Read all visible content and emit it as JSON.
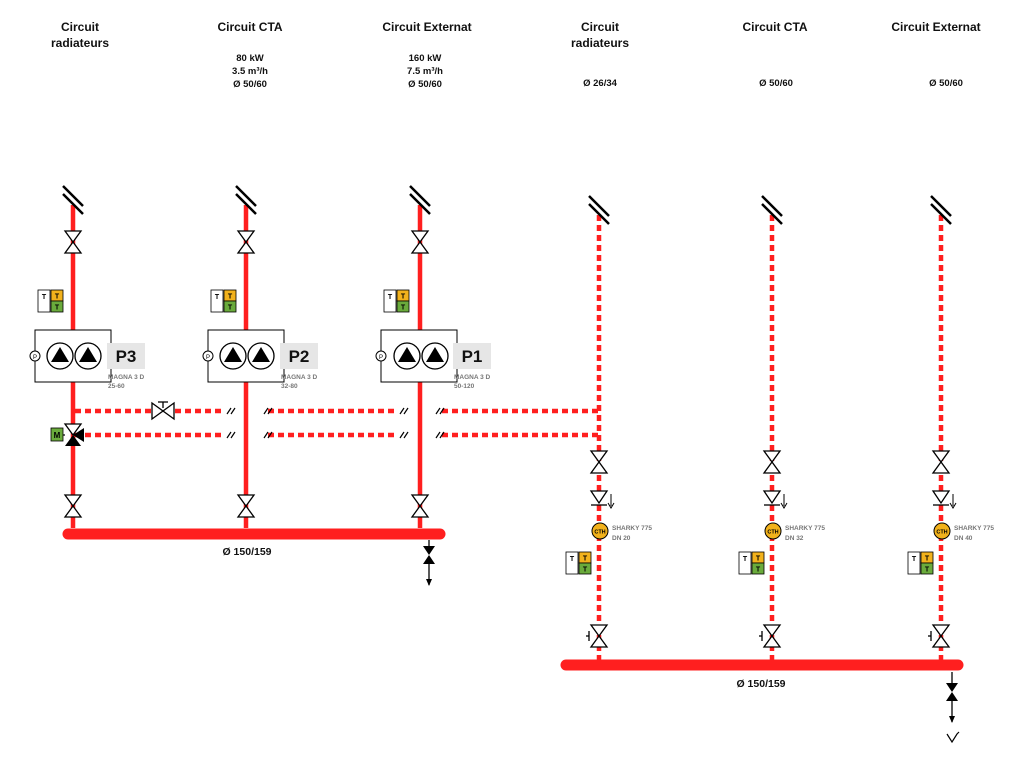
{
  "headers": [
    {
      "lines": [
        "Circuit",
        "radiateurs"
      ],
      "specs": []
    },
    {
      "lines": [
        "Circuit CTA"
      ],
      "specs": [
        "80 kW",
        "3.5 m³/h",
        "Ø 50/60"
      ]
    },
    {
      "lines": [
        "Circuit Externat"
      ],
      "specs": [
        "160 kW",
        "7.5 m³/h",
        "Ø 50/60"
      ]
    },
    {
      "lines": [
        "Circuit",
        "radiateurs"
      ],
      "specs": [
        "Ø 26/34"
      ]
    },
    {
      "lines": [
        "Circuit CTA"
      ],
      "specs": [
        "Ø 50/60"
      ]
    },
    {
      "lines": [
        "Circuit Externat"
      ],
      "specs": [
        "Ø 50/60"
      ]
    }
  ],
  "pumps": [
    {
      "name": "P3",
      "model": "MAGNA 3 D",
      "size": "25-60"
    },
    {
      "name": "P2",
      "model": "MAGNA 3 D",
      "size": "32-80"
    },
    {
      "name": "P1",
      "model": "MAGNA 3 D",
      "size": "50-120"
    }
  ],
  "meters": [
    {
      "model": "SHARKY 775",
      "size": "DN 20"
    },
    {
      "model": "SHARKY 775",
      "size": "DN 32"
    },
    {
      "model": "SHARKY 775",
      "size": "DN 40"
    }
  ],
  "meter_symbol": "CTH",
  "sensor": {
    "t_label": "T",
    "t_small": "T"
  },
  "motor_label": "M",
  "pressure_label": "P",
  "collectors": [
    {
      "label": "Ø 150/159"
    },
    {
      "label": "Ø 150/159"
    }
  ],
  "colors": {
    "pipe": "#ff1f1f",
    "sensor_top": "#f2b21c",
    "sensor_bottom": "#6aab3c",
    "meter": "#f2b21c"
  }
}
